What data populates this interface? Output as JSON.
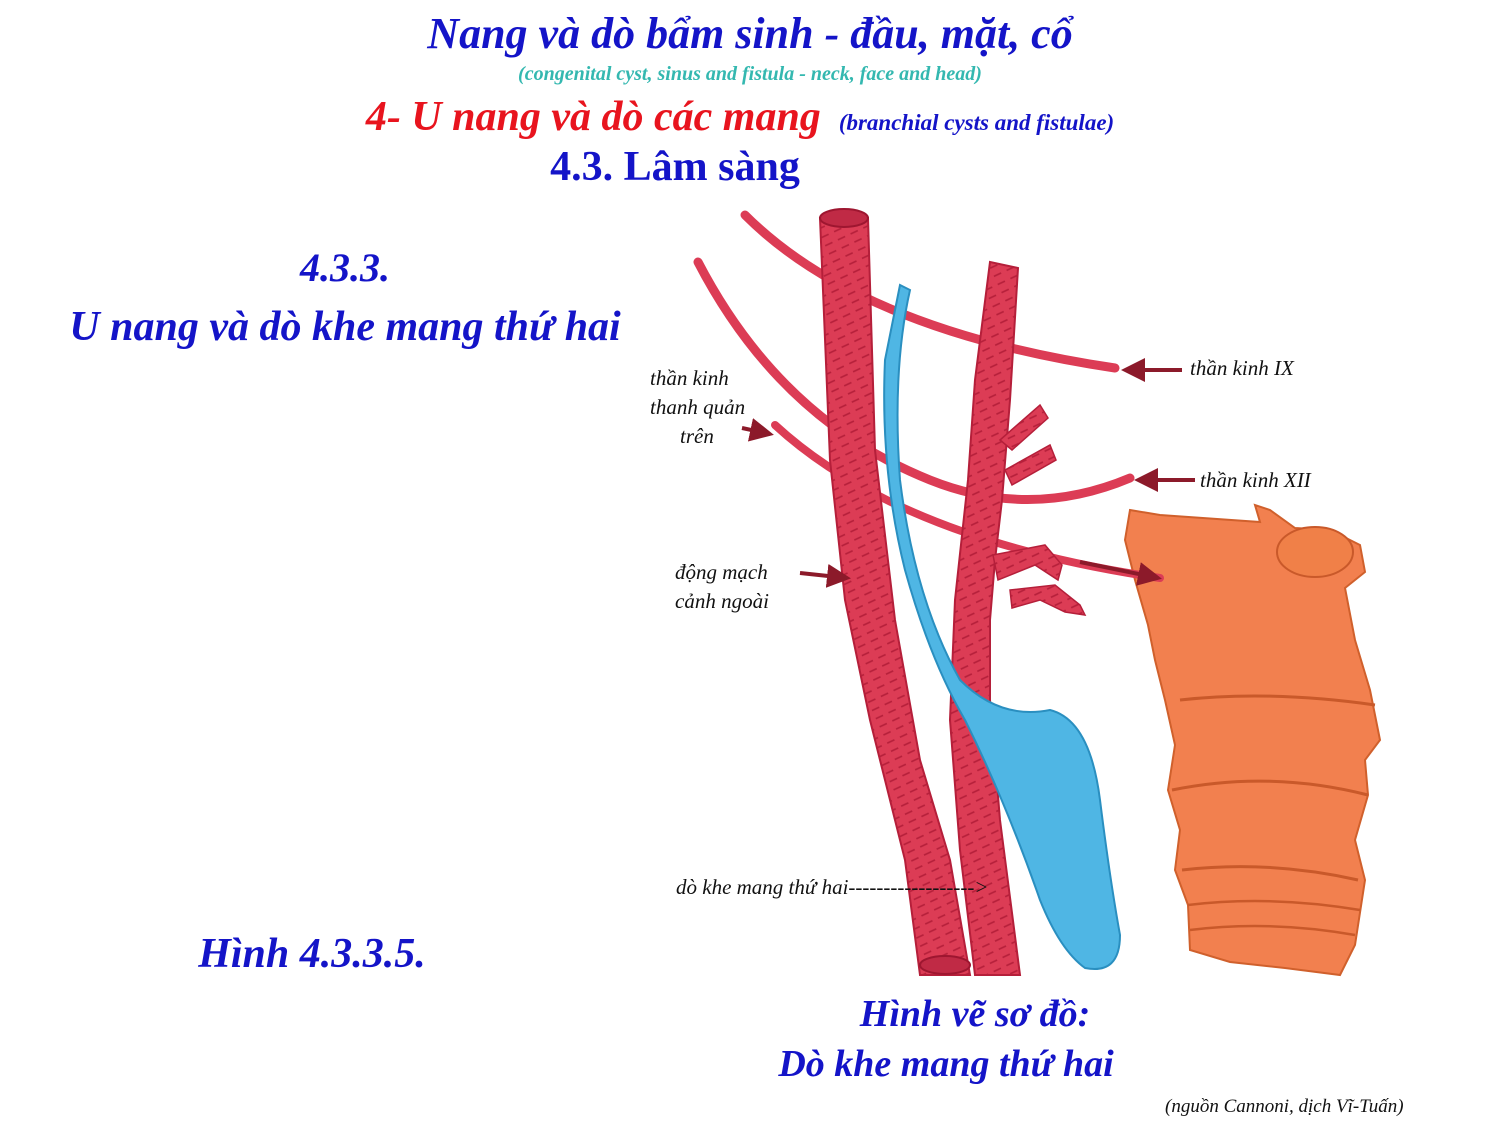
{
  "header": {
    "title": "Nang và dò bẩm sinh - đầu, mặt, cổ",
    "subtitle": "(congenital cyst, sinus and fistula - neck, face and head)",
    "heading": "4- U nang và dò các mang",
    "heading_english": "(branchial cysts and fistulae)",
    "section": "4.3. Lâm sàng"
  },
  "subsection": {
    "number": "4.3.3.",
    "title": "U nang và dò khe mang thứ hai"
  },
  "figure": {
    "number": "Hình 4.3.3.5.",
    "caption_line1": "Hình vẽ sơ đồ:",
    "caption_line2": "Dò khe mang thứ hai",
    "source": "(nguồn  Cannoni, dịch Vĩ-Tuấn)",
    "labels": {
      "nerve_ix": "thần kinh IX",
      "nerve_xii": "thần kinh XII",
      "superior_laryngeal_line1": "thần kinh",
      "superior_laryngeal_line2": "thanh quản",
      "superior_laryngeal_line3": "trên",
      "external_carotid_line1": "động mạch",
      "external_carotid_line2": "cảnh ngoài",
      "fistula": "dò  khe  mang thứ hai------------------>"
    }
  },
  "colors": {
    "title_blue": "#1414c8",
    "heading_red": "#e8141e",
    "subtitle_teal": "#34b8b0",
    "vessel_red": "#dc3c55",
    "fistula_blue": "#4fb6e4",
    "larynx_orange": "#f2804f",
    "arrow_dark_red": "#8c1a2a"
  }
}
